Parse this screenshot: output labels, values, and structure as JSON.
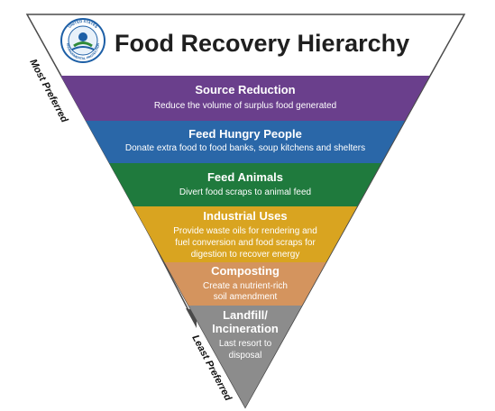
{
  "title": "Food Recovery Hierarchy",
  "logo": {
    "name": "epa-seal",
    "text_top": "UNITED STATES",
    "text_bottom": "ENVIRONMENTAL PROTECTION"
  },
  "axis": {
    "top_label": "Most Preferred",
    "bottom_label": "Least Preferred"
  },
  "tiers": [
    {
      "title": "Source Reduction",
      "lines": [
        "Reduce the volume of surplus food generated"
      ],
      "color": "#6a3f8c"
    },
    {
      "title": "Feed Hungry People",
      "lines": [
        "Donate extra food to food banks, soup kitchens and shelters"
      ],
      "color": "#2a67a8"
    },
    {
      "title": "Feed Animals",
      "lines": [
        "Divert food scraps to animal feed"
      ],
      "color": "#1f7a3d"
    },
    {
      "title": "Industrial Uses",
      "lines": [
        "Provide waste oils for rendering and",
        "fuel conversion and food scraps for",
        "digestion to recover energy"
      ],
      "color": "#d9a420"
    },
    {
      "title": "Composting",
      "lines": [
        "Create a nutrient-rich",
        "soil amendment"
      ],
      "color": "#d4945e"
    },
    {
      "title": "Landfill/",
      "title2": "Incineration",
      "lines": [
        "Last resort to",
        "disposal"
      ],
      "color": "#8c8c8c"
    }
  ],
  "colors": {
    "outline": "#4a4a4a",
    "arrow": "#4a4a4a",
    "title_text": "#1f1f1f",
    "background": "#ffffff"
  }
}
